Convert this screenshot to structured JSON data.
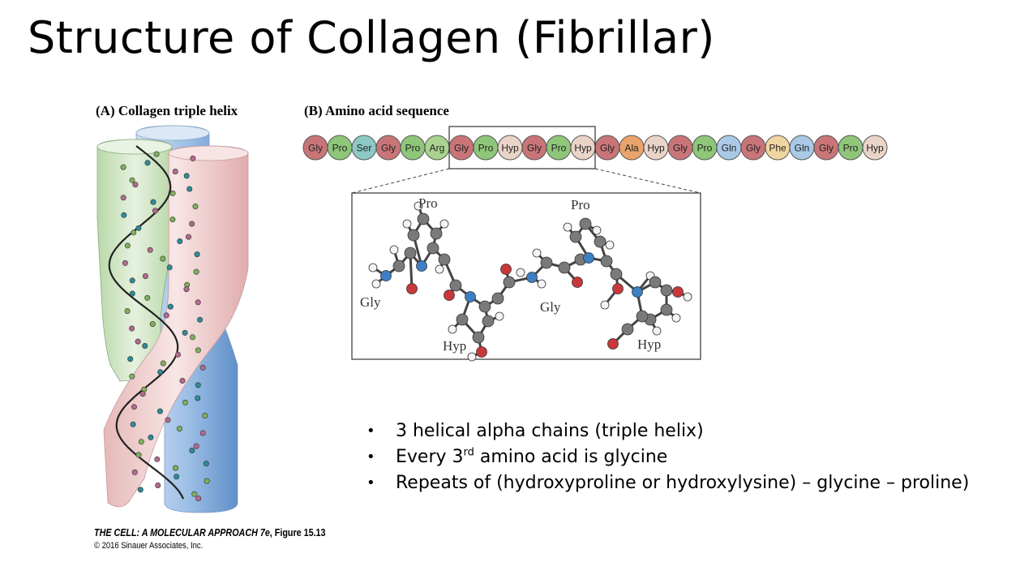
{
  "slide": {
    "title": "Structure of Collagen (Fibrillar)"
  },
  "figure_a": {
    "label": "(A)  Collagen triple helix"
  },
  "figure_b": {
    "label": "(B)  Amino acid sequence",
    "sequence": [
      {
        "res": "Gly",
        "color": "#c97578"
      },
      {
        "res": "Pro",
        "color": "#8fc67a"
      },
      {
        "res": "Ser",
        "color": "#8cc9c4"
      },
      {
        "res": "Gly",
        "color": "#c97578"
      },
      {
        "res": "Pro",
        "color": "#8fc67a"
      },
      {
        "res": "Arg",
        "color": "#a9d38f"
      },
      {
        "res": "Gly",
        "color": "#c97578"
      },
      {
        "res": "Pro",
        "color": "#8fc67a"
      },
      {
        "res": "Hyp",
        "color": "#ead4c8"
      },
      {
        "res": "Gly",
        "color": "#c97578"
      },
      {
        "res": "Pro",
        "color": "#8fc67a"
      },
      {
        "res": "Hyp",
        "color": "#ead4c8"
      },
      {
        "res": "Gly",
        "color": "#c97578"
      },
      {
        "res": "Ala",
        "color": "#e9a46c"
      },
      {
        "res": "Hyp",
        "color": "#ead4c8"
      },
      {
        "res": "Gly",
        "color": "#c97578"
      },
      {
        "res": "Pro",
        "color": "#8fc67a"
      },
      {
        "res": "Gln",
        "color": "#a9c9e6"
      },
      {
        "res": "Gly",
        "color": "#c97578"
      },
      {
        "res": "Phe",
        "color": "#f2d6a2"
      },
      {
        "res": "Gln",
        "color": "#a9c9e6"
      },
      {
        "res": "Gly",
        "color": "#c97578"
      },
      {
        "res": "Pro",
        "color": "#8fc67a"
      },
      {
        "res": "Hyp",
        "color": "#ead4c8"
      }
    ],
    "highlight_start": 6,
    "highlight_end": 11,
    "inset_labels": {
      "pro1": "Pro",
      "pro2": "Pro",
      "gly1": "Gly",
      "gly2": "Gly",
      "hyp1": "Hyp",
      "hyp2": "Hyp"
    }
  },
  "bullets": [
    {
      "text": "3 helical alpha chains (triple helix)"
    },
    {
      "pre": "Every 3",
      "sup": "rd",
      "post": " amino acid is glycine"
    },
    {
      "text": "Repeats of (hydroxyproline or hydroxylysine) – glycine – proline)"
    }
  ],
  "bullet_symbol": "•",
  "credit": {
    "book": "THE CELL: A MOLECULAR APPROACH 7e",
    "figure": ", Figure 15.13",
    "copyright": "© 2016 Sinauer Associates, Inc."
  },
  "colors": {
    "tube_green": "#d3e6c8",
    "tube_pink": "#efcfcf",
    "tube_blue": "#8fb2dc",
    "atom_carbon": "#7a7a7a",
    "atom_nitrogen": "#3c7fc4",
    "atom_oxygen": "#c8383a",
    "atom_hydrogen": "#f4f4f4"
  }
}
